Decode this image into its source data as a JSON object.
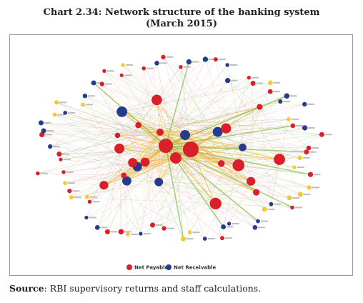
{
  "header": {
    "title": "Chart 2.34: Network structure of the banking system",
    "subtitle": "(March 2015)"
  },
  "legend": {
    "payable_label": "Net Payable",
    "receivable_label": "Net Receivable"
  },
  "colors": {
    "payable": "#d9202a",
    "receivable": "#253c8c",
    "hub_edge": "#f0b030",
    "edge_green": "#7cc24a",
    "edge_pink": "#e3a6c4",
    "edge_light": "#e6d6a8",
    "node_yellow": "#efcd2e"
  },
  "footer": {
    "source_label": "Source",
    "source_text": ": RBI supervisory returns and staff calculations."
  }
}
